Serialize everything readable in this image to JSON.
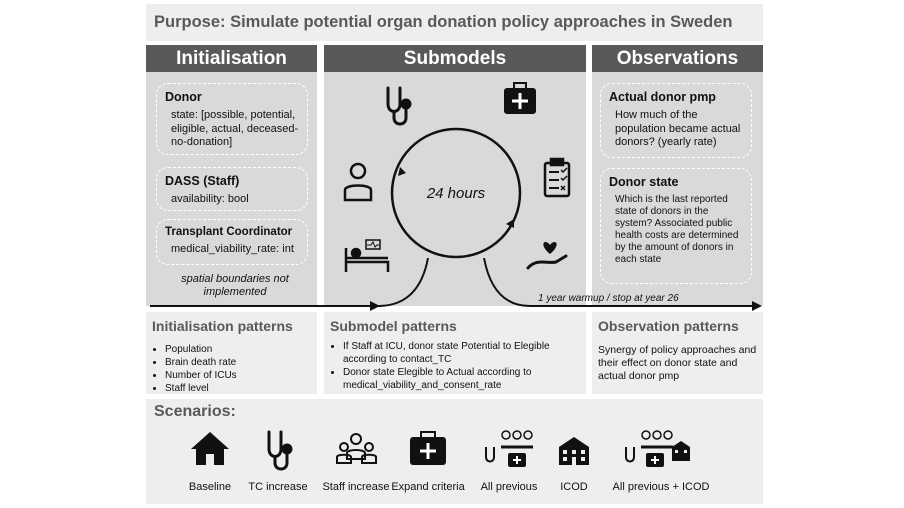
{
  "purpose": "Purpose: Simulate potential organ donation policy approaches in Sweden",
  "initialisation": {
    "header": "Initialisation",
    "boxes": [
      {
        "title": "Donor",
        "text": "state: [possible, potential, eligible, actual, deceased-no-donation]"
      },
      {
        "title": "DASS (Staff)",
        "text": "availability: bool"
      },
      {
        "title": "Transplant Coordinator",
        "text": "medical_viability_rate: int"
      }
    ],
    "note": "spatial boundaries not implemented"
  },
  "submodels": {
    "header": "Submodels",
    "cycle_label": "24 hours",
    "icons": [
      "stethoscope-icon",
      "medical-kit-icon",
      "doctor-icon",
      "clipboard-icon",
      "hospital-bed-icon",
      "hand-heart-icon"
    ]
  },
  "observations": {
    "header": "Observations",
    "boxes": [
      {
        "title": "Actual donor pmp",
        "text": "How much of the population became actual donors? (yearly rate)"
      },
      {
        "title": "Donor state",
        "text": "Which is the last reported state of donors in the system? Associated public health costs are determined by the amount of donors in each state"
      }
    ]
  },
  "timeline_label": "1 year warmup / stop at year 26",
  "patterns": {
    "initialisation": {
      "title": "Initialisation patterns",
      "items": [
        "Population",
        "Brain death rate",
        "Number of ICUs",
        "Staff level"
      ]
    },
    "submodel": {
      "title": "Submodel patterns",
      "items": [
        "If Staff at ICU, donor state Potential to Elegible according to contact_TC",
        "Donor state Elegible to Actual according to medical_viability_and_consent_rate"
      ]
    },
    "observation": {
      "title": "Observation patterns",
      "text": "Synergy of policy approaches and their effect on donor state and actual donor pmp"
    }
  },
  "scenarios": {
    "title": "Scenarios:",
    "items": [
      {
        "label": "Baseline",
        "icon": "house-icon"
      },
      {
        "label": "TC increase",
        "icon": "stethoscope-icon"
      },
      {
        "label": "Staff increase",
        "icon": "staff-group-icon"
      },
      {
        "label": "Expand criteria",
        "icon": "medical-kit-icon"
      },
      {
        "label": "All previous",
        "icon": "combined-icon"
      },
      {
        "label": "ICOD",
        "icon": "hospital-building-icon"
      },
      {
        "label": "All previous + ICOD",
        "icon": "combined-hospital-icon"
      }
    ]
  },
  "colors": {
    "header_bg": "#595959",
    "panel_bg": "#d9d9d9",
    "light_bg": "#eeeeee",
    "title_grey": "#595959"
  }
}
